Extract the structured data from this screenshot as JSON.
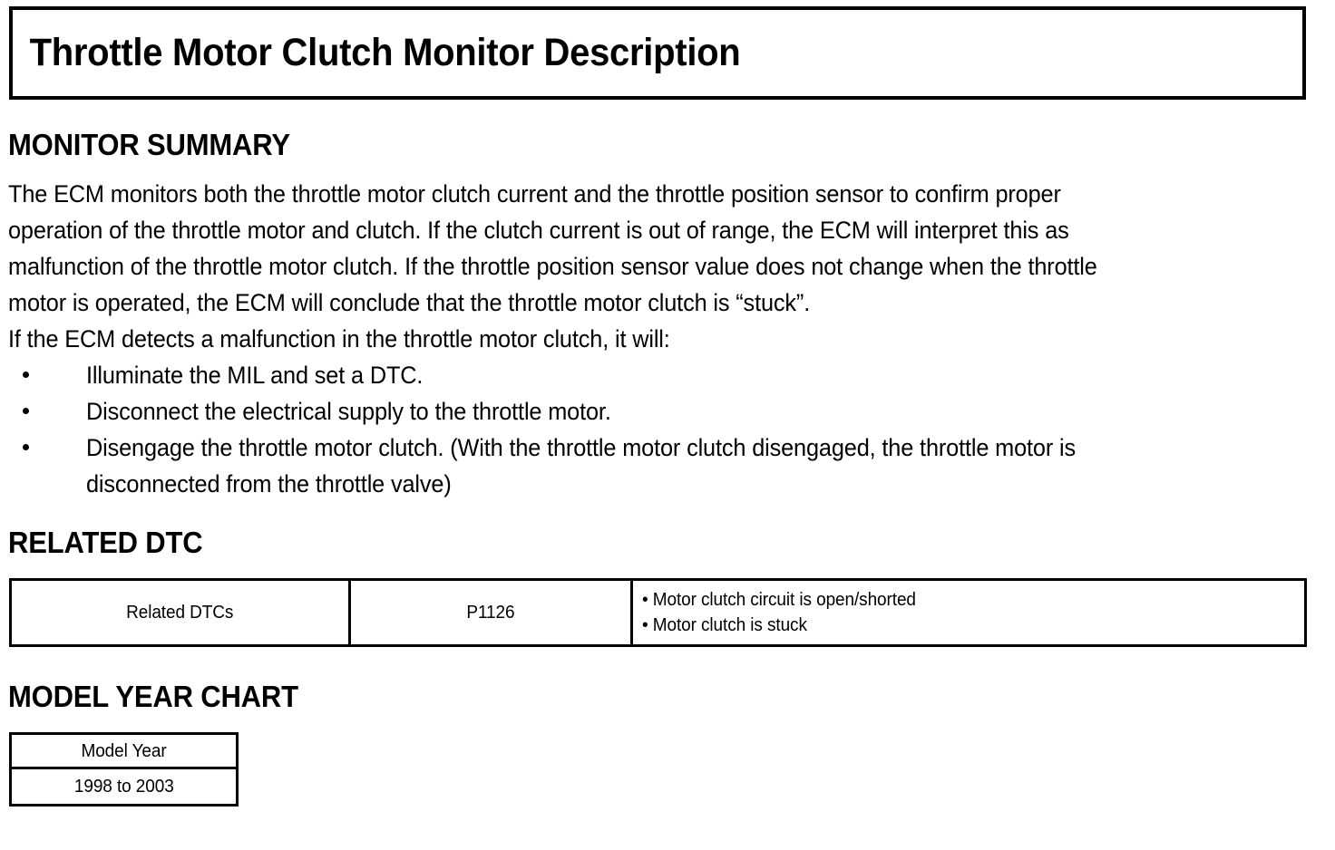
{
  "document": {
    "title": "Throttle Motor Clutch Monitor Description"
  },
  "monitor_summary": {
    "heading": "MONITOR SUMMARY",
    "paragraph_lines": [
      "The ECM monitors both the throttle motor clutch current and the throttle position sensor to confirm proper",
      "operation of the throttle motor and clutch. If the clutch current is out of range, the ECM will interpret this as",
      "malfunction of the throttle motor clutch. If the throttle position sensor value does not change when the throttle",
      "motor is operated, the ECM will conclude that the throttle motor clutch is “stuck”.",
      "If the ECM detects a malfunction in the throttle motor clutch, it will:"
    ],
    "bullets": [
      {
        "lines": [
          "Illuminate the MIL and set a DTC."
        ]
      },
      {
        "lines": [
          "Disconnect the electrical supply to the throttle motor."
        ]
      },
      {
        "lines": [
          "Disengage the throttle motor clutch. (With the throttle motor clutch disengaged, the throttle motor is",
          "disconnected from the throttle valve)"
        ]
      }
    ]
  },
  "related_dtc": {
    "heading": "RELATED DTC",
    "row": {
      "label": "Related DTCs",
      "code": "P1126",
      "descriptions": [
        "• Motor clutch circuit is open/shorted",
        "• Motor clutch is stuck"
      ]
    }
  },
  "model_year_chart": {
    "heading": "MODEL YEAR CHART",
    "header": "Model Year",
    "value": "1998 to 2003"
  },
  "colors": {
    "ink": "#000000",
    "paper": "#ffffff"
  }
}
